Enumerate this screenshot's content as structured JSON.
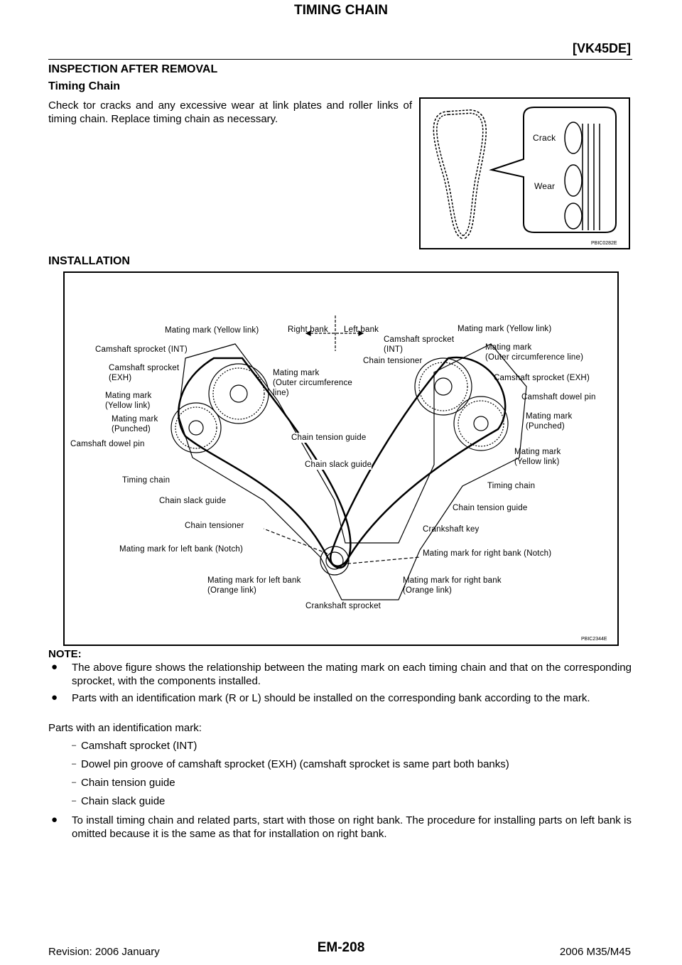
{
  "header": {
    "title": "TIMING CHAIN",
    "code": "[VK45DE]"
  },
  "section1": {
    "heading": "INSPECTION AFTER REMOVAL",
    "subheading": "Timing Chain",
    "text": "Check tor cracks and any excessive wear at link plates and roller links of timing chain. Replace timing chain as necessary.",
    "figure": {
      "labels": {
        "crack": "Crack",
        "wear": "Wear"
      },
      "code": "PBIC0282E"
    }
  },
  "section2": {
    "heading": "INSTALLATION",
    "figure": {
      "code": "PBIC2344E",
      "labels": [
        "Mating mark (Yellow link)",
        "Right bank",
        "Left bank",
        "Camshaft sprocket (INT)",
        "Camshaft sprocket\n(EXH)",
        "Mating mark\n(Outer circumference\nline)",
        "Mating mark\n(Yellow link)",
        "Mating mark\n(Punched)",
        "Camshaft dowel pin",
        "Timing chain",
        "Chain tension guide",
        "Chain slack guide",
        "Chain slack guide",
        "Chain tensioner",
        "Mating mark for left bank (Notch)",
        "Mating mark for left bank\n(Orange link)",
        "Crankshaft sprocket",
        "Mating mark for right bank\n(Orange link)",
        "Mating mark for right bank (Notch)",
        "Crankshaft key",
        "Chain tension guide",
        "Timing chain",
        "Mating mark\n(Yellow link)",
        "Mating mark\n(Punched)",
        "Camshaft dowel pin",
        "Camshaft sprocket (EXH)",
        "Mating mark\n(Outer circumference line)",
        "Mating mark (Yellow link)",
        "Camshaft sprocket\n(INT)",
        "Chain tensioner"
      ]
    }
  },
  "note": {
    "heading": "NOTE:",
    "bullets": [
      "The above figure shows the relationship between the mating mark on each timing chain and that on the corresponding sprocket, with the components installed.",
      "Parts with an identification mark (R or L) should be installed on the corresponding bank according to the mark."
    ],
    "parts_intro": "Parts with an identification mark:",
    "parts": [
      "Camshaft sprocket (INT)",
      "Dowel pin groove of camshaft sprocket (EXH) (camshaft sprocket is same part both banks)",
      "Chain tension guide",
      "Chain slack guide"
    ],
    "final_bullet": "To install timing chain and related parts, start with those on right bank. The procedure for installing parts on left bank is omitted because it is the same as that for installation on right bank."
  },
  "footer": {
    "revision": "Revision: 2006 January",
    "page": "EM-208",
    "model": "2006 M35/M45"
  }
}
